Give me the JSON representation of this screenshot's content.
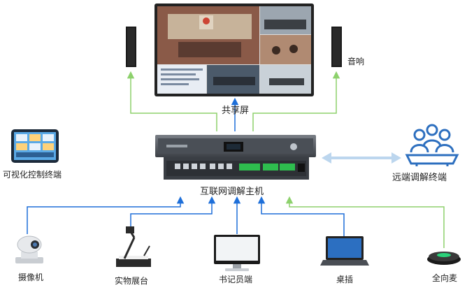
{
  "labels": {
    "shared_screen": "共享屏",
    "speaker": "音响",
    "visual_control": "可视化控制终端",
    "remote_terminal": "远端调解终端",
    "host": "互联网调解主机",
    "camera": "摄像机",
    "document_camera": "实物展台",
    "clerk": "书记员端",
    "desk_socket": "桌插",
    "omni_mic": "全向麦"
  },
  "colors": {
    "blue_arrow": "#1e6fd9",
    "green_arrow": "#8dd16c",
    "double_arrow": "#bcd6ee",
    "conference_icon": "#2d6fbf"
  },
  "icons": {
    "screen": "display-monitor-icon",
    "speaker": "speaker-icon",
    "tablet": "tablet-icon",
    "conference": "conference-meeting-icon",
    "camera": "ptz-camera-icon",
    "document_camera": "document-camera-icon",
    "monitor": "desktop-monitor-icon",
    "laptop": "laptop-icon",
    "mic": "omni-microphone-icon"
  }
}
